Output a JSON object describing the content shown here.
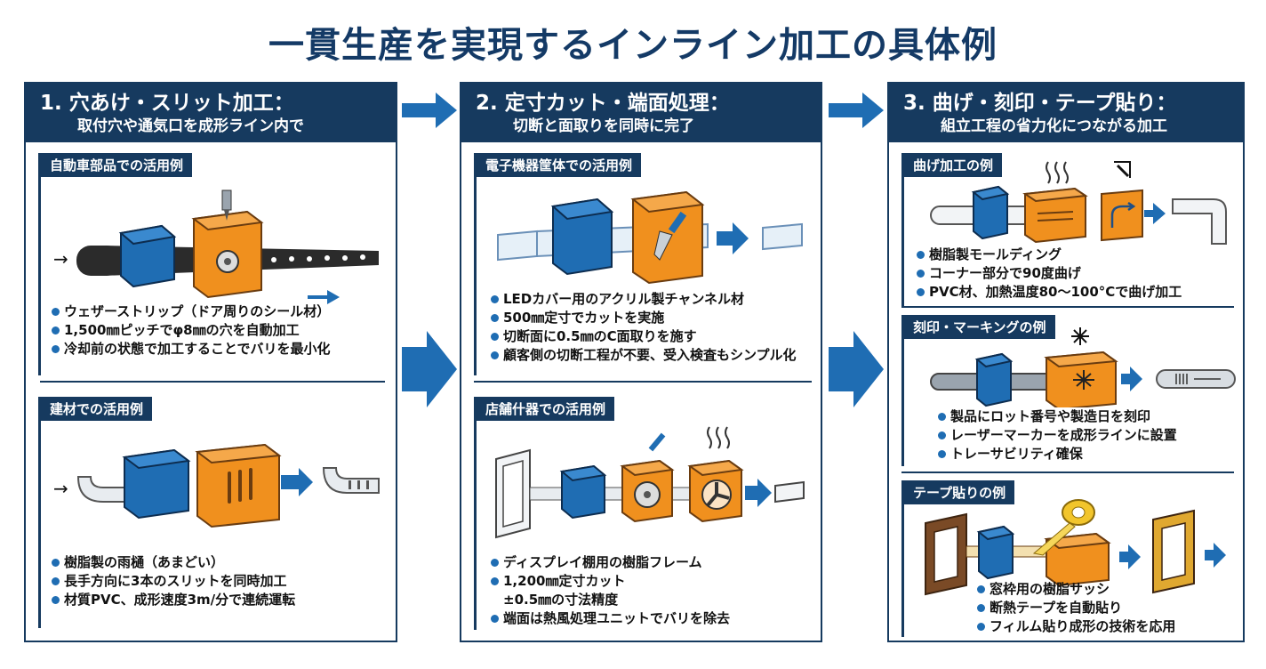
{
  "title": "一貫生産を実現するインライン加工の具体例",
  "columns": [
    {
      "heading": "1. 穴あけ・スリット加工：",
      "subheading": "取付穴や通気口を成形ライン内で",
      "sections": [
        {
          "label": "自動車部品での活用例",
          "bullets": [
            "ウェザーストリップ（ドア周りのシール材）",
            "1,500㎜ピッチでφ8㎜の穴を自動加工",
            "冷却前の状態で加工することでバリを最小化"
          ]
        },
        {
          "label": "建材での活用例",
          "bullets": [
            "樹脂製の雨樋（あまどい）",
            "長手方向に3本のスリットを同時加工",
            "材質PVC、成形速度3m/分で連続運転"
          ]
        }
      ]
    },
    {
      "heading": "2. 定寸カット・端面処理：",
      "subheading": "切断と面取りを同時に完了",
      "sections": [
        {
          "label": "電子機器筐体での活用例",
          "bullets": [
            "LEDカバー用のアクリル製チャンネル材",
            "500㎜定寸でカットを実施",
            "切断面に0.5㎜のC面取りを施す",
            "顧客側の切断工程が不要、受入検査もシンプル化"
          ]
        },
        {
          "label": "店舗什器での活用例",
          "bullets": [
            "ディスプレイ棚用の樹脂フレーム",
            "1,200㎜定寸カット",
            "±0.5㎜の寸法精度",
            "端面は熱風処理ユニットでバリを除去"
          ]
        }
      ]
    },
    {
      "heading": "3. 曲げ・刻印・テープ貼り：",
      "subheading": "組立工程の省力化につながる加工",
      "sections": [
        {
          "label": "曲げ加工の例",
          "bullets": [
            "樹脂製モールディング",
            "コーナー部分で90度曲げ",
            "PVC材、加熱温度80〜100°Cで曲げ加工"
          ]
        },
        {
          "label": "刻印・マーキングの例",
          "bullets": [
            "製品にロット番号や製造日を刻印",
            "レーザーマーカーを成形ラインに設置",
            "トレーサビリティ確保"
          ]
        },
        {
          "label": "テープ貼りの例",
          "bullets": [
            "窓枠用の樹脂サッシ",
            "断熱テープを自動貼り",
            "フィルム貼り成形の技術を応用"
          ]
        }
      ]
    }
  ],
  "colors": {
    "navy": "#163a5f",
    "blue": "#1f6db3",
    "orange": "#f0901e",
    "brown": "#7a4a26"
  },
  "icons": [
    "drill-icon",
    "saw-blade-icon",
    "knife-icon",
    "fan-icon",
    "heat-icon",
    "laser-icon",
    "bend-icon",
    "tape-roll-icon",
    "flow-arrow-icon"
  ]
}
